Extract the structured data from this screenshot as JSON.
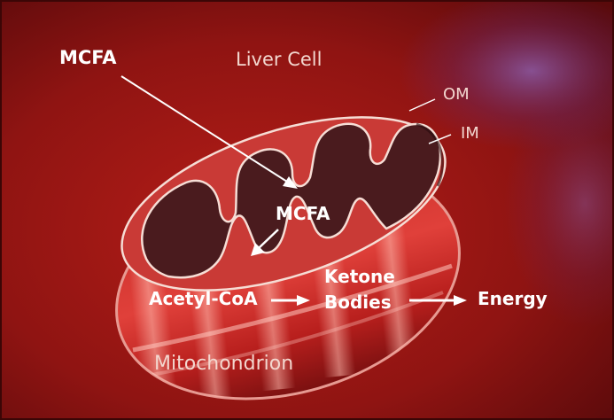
{
  "labels": {
    "mcfa_outside": "MCFA",
    "liver_cell": "Liver Cell",
    "om": "OM",
    "im": "IM",
    "mcfa_inside": "MCFA",
    "acetyl_coa": "Acetyl-CoA",
    "ketone": "Ketone",
    "bodies": "Bodies",
    "energy": "Energy",
    "mitochondrion": "Mitochondrion"
  },
  "colors": {
    "background": "#9c1512",
    "background_dark": "#5e0a0a",
    "outer_membrane": "#e79a92",
    "matrix": "#4a1b1e",
    "cristae_outline": "#f6ddd5",
    "text": "#ffffff"
  }
}
